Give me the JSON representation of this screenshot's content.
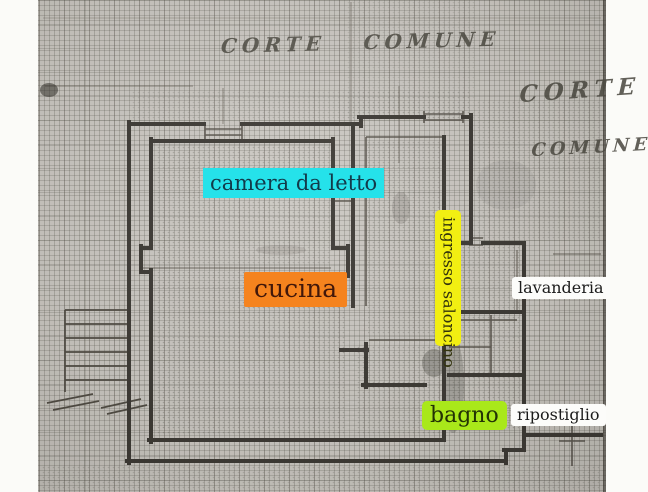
{
  "meta": {
    "description": "Photographed cadastral floor plan on graph paper with highlighted room labels"
  },
  "handwriting": {
    "top": "CORTE COMUNE",
    "corte_right": "CORTE",
    "comune_right": "COMUNE",
    "pencil_color": "#4d4a42"
  },
  "rooms": {
    "camera_da_letto": {
      "label": "camera da letto",
      "bg": "#25e2ea",
      "fg": "#123a4a"
    },
    "cucina": {
      "label": "cucina",
      "bg": "#f5831e",
      "fg": "#41170a"
    },
    "ingresso_saloncino": {
      "label": "ingresso saloncino",
      "bg": "#f2ef12",
      "fg": "#32330c",
      "orientation": "vertical"
    },
    "lavanderia": {
      "label": "lavanderia",
      "bg": "#fcfcfa",
      "fg": "#1c1c1c"
    },
    "bagno": {
      "label": "bagno",
      "bg": "#a9e81a",
      "fg": "#233305"
    },
    "ripostiglio": {
      "label": "ripostiglio",
      "bg": "#fcfcfa",
      "fg": "#1c1c1c"
    }
  },
  "drawing": {
    "wall_color": "#3b3833",
    "paper_color": "#cbc8c2"
  }
}
